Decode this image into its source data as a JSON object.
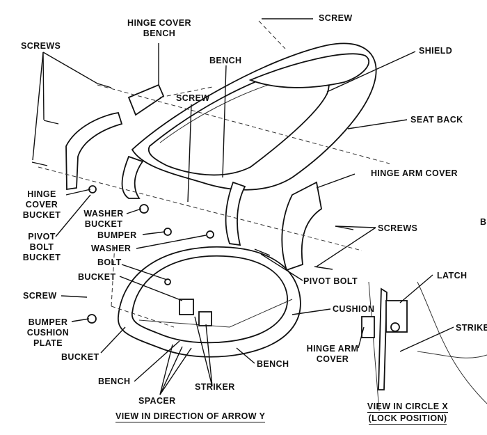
{
  "labels": {
    "screw_top": "SCREW",
    "hinge_cover_bench_1": "HINGE COVER",
    "hinge_cover_bench_2": "BENCH",
    "screws_left": "SCREWS",
    "shield": "SHIELD",
    "bench_top": "BENCH",
    "screw_mid": "SCREW",
    "seat_back": "SEAT BACK",
    "hinge_arm_cover": "HINGE ARM COVER",
    "hinge_cover_bucket_1": "HINGE",
    "hinge_cover_bucket_2": "COVER",
    "hinge_cover_bucket_3": "BUCKET",
    "washer_bucket_1": "WASHER",
    "washer_bucket_2": "BUCKET",
    "bumper": "BUMPER",
    "washer": "WASHER",
    "screws_right": "SCREWS",
    "pivot_bolt_bucket_1": "PIVOT",
    "pivot_bolt_bucket_2": "BOLT",
    "pivot_bolt_bucket_3": "BUCKET",
    "bolt": "BOLT",
    "bucket_upper": "BUCKET",
    "pivot_bolt": "PIVOT BOLT",
    "latch": "LATCH",
    "screw_lower": "SCREW",
    "cushion": "CUSHION",
    "bumper_cushion_plate_1": "BUMPER",
    "bumper_cushion_plate_2": "CUSHION",
    "bumper_cushion_plate_3": "PLATE",
    "striker_right": "STRIKE",
    "hinge_arm_cover_small_1": "HINGE ARM",
    "hinge_arm_cover_small_2": "COVER",
    "bucket_lower": "BUCKET",
    "bench_lower_right": "BENCH",
    "bench_lower_left": "BENCH",
    "striker": "STRIKER",
    "spacer": "SPACER",
    "view_arrow_y": "VIEW IN DIRECTION OF ARROW Y",
    "view_circle_x_1": "VIEW IN CIRCLE X",
    "view_circle_x_2": "(LOCK POSITION)",
    "edge_b": "B"
  }
}
